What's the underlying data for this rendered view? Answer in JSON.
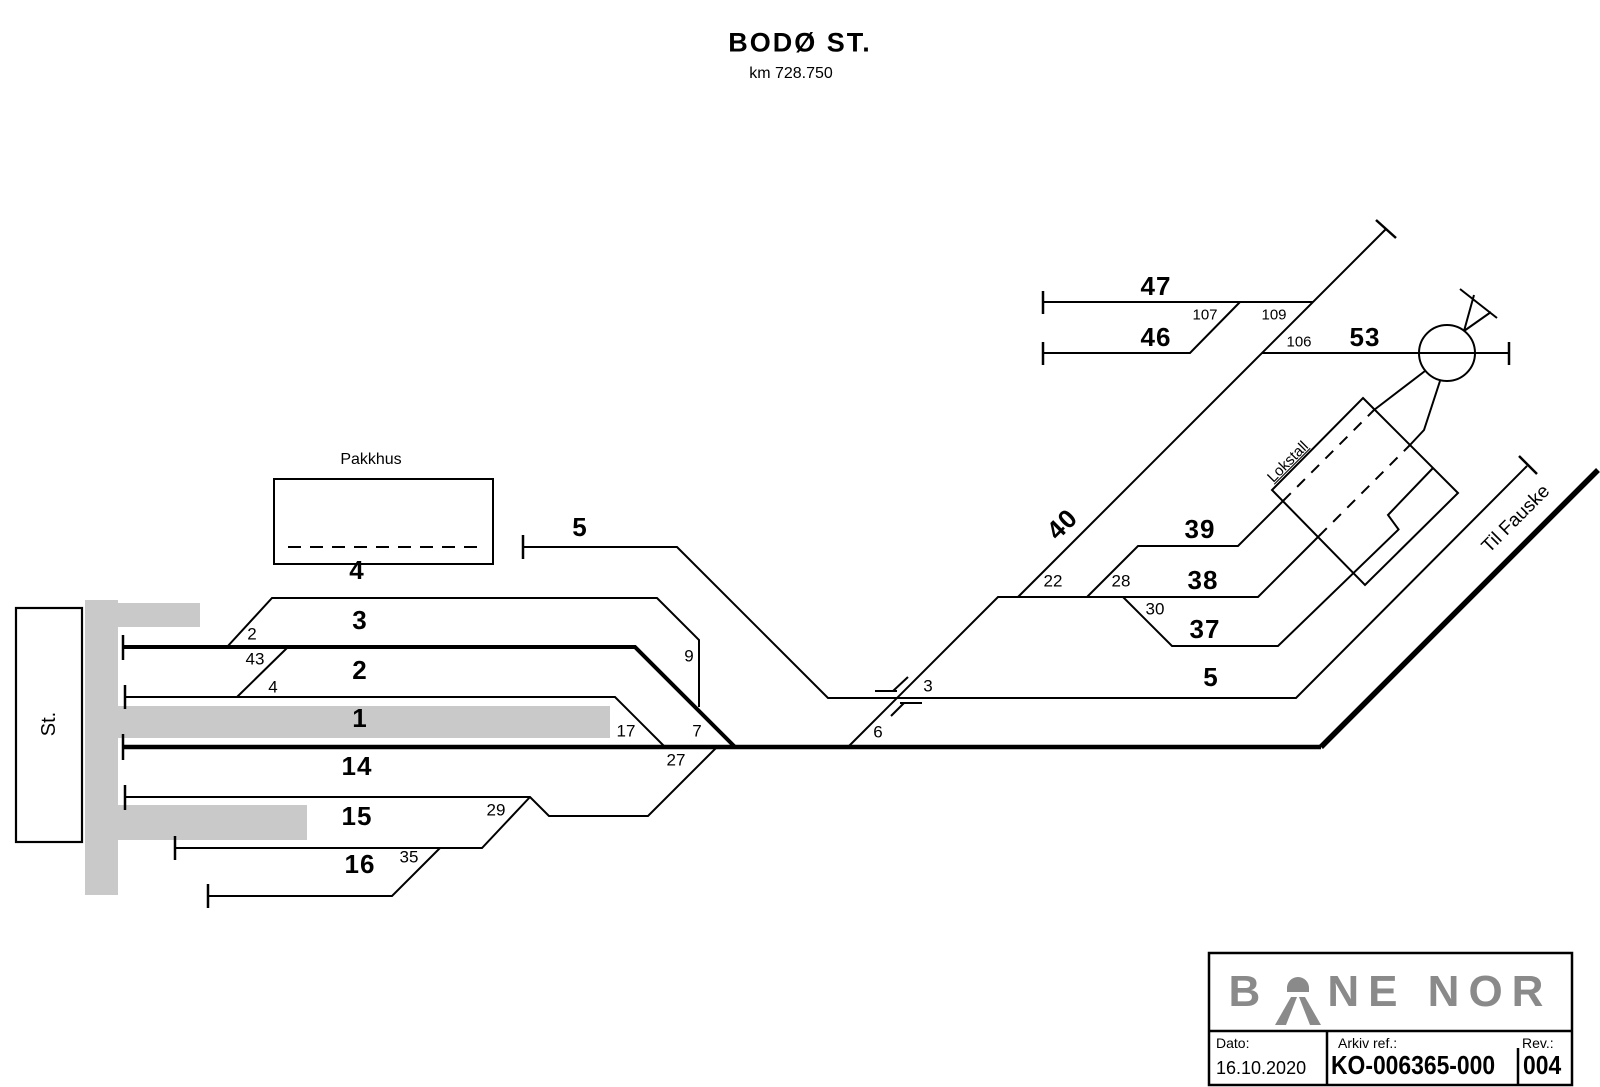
{
  "title": {
    "station": "BODØ ST.",
    "km": "km 728.750"
  },
  "buildings": {
    "station": "St.",
    "pakkhus": "Pakkhus",
    "lokstall": "Lokstall"
  },
  "destination": "Til Fauske",
  "tracks": {
    "t1": "1",
    "t2": "2",
    "t3": "3",
    "t4": "4",
    "t5_left": "5",
    "t5_right": "5",
    "t14": "14",
    "t15": "15",
    "t16": "16",
    "t37": "37",
    "t38": "38",
    "t39": "39",
    "t40": "40",
    "t46": "46",
    "t47": "47",
    "t53": "53"
  },
  "switches": {
    "s2": "2",
    "s43": "43",
    "s4": "4",
    "s9": "9",
    "s17": "17",
    "s7": "7",
    "s27": "27",
    "s29": "29",
    "s35": "35",
    "s3": "3",
    "s6": "6",
    "s22": "22",
    "s28": "28",
    "s30": "30",
    "s106": "106",
    "s107": "107",
    "s109": "109"
  },
  "title_block": {
    "logo_prefix": "B",
    "logo_suffix": "NE NOR",
    "dato_label": "Dato:",
    "dato_value": "16.10.2020",
    "arkiv_label": "Arkiv ref.:",
    "arkiv_value": "KO-006365-000",
    "rev_label": "Rev.:",
    "rev_value": "004"
  },
  "colors": {
    "line": "#000000",
    "platform": "#c9c9c9",
    "logo_gray": "#8a8a8a"
  }
}
